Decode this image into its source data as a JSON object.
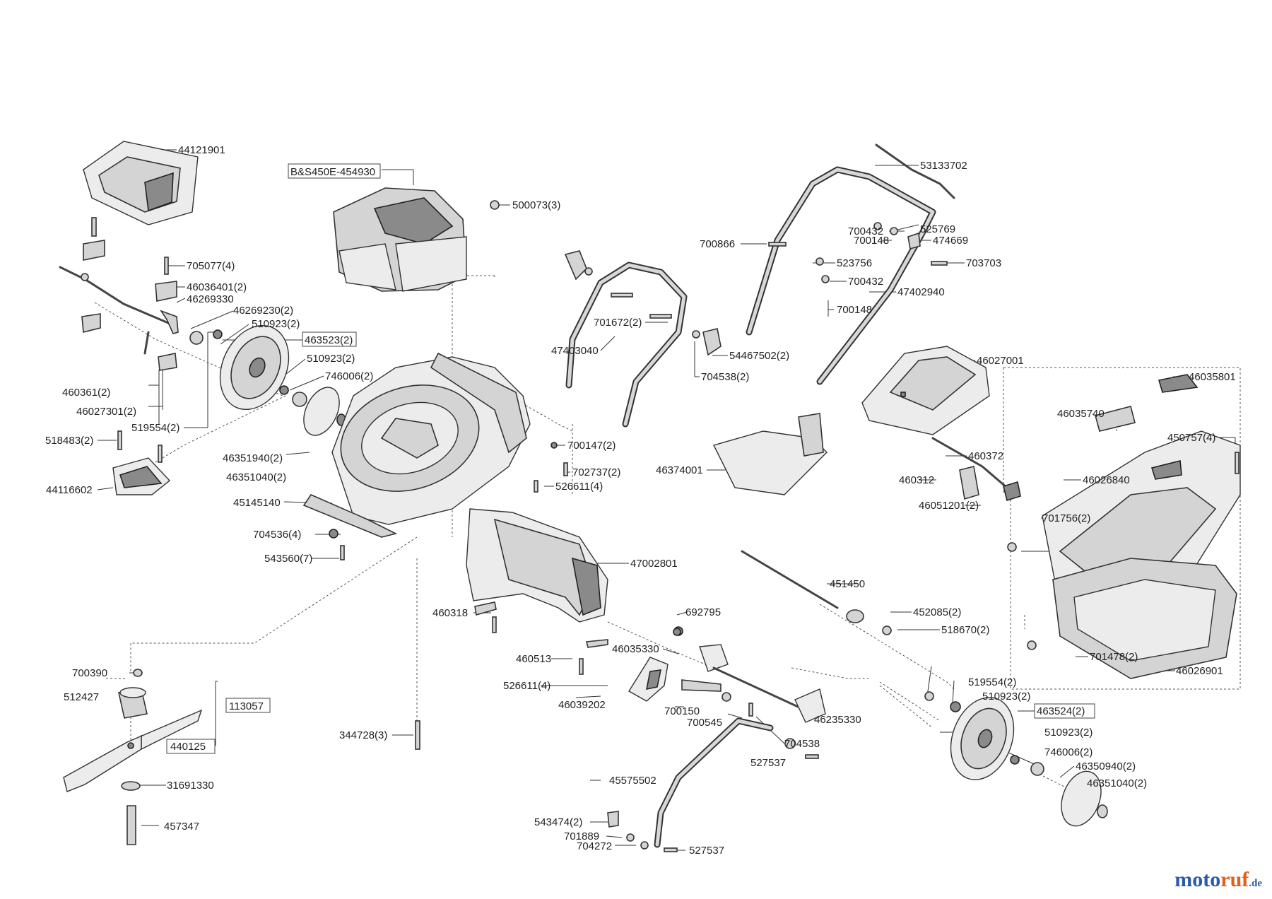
{
  "diagram": {
    "engine_ref": "B&S450E-454930",
    "boxed_labels": [
      "463523(2)",
      "463524(2)",
      "113057",
      "440125"
    ],
    "labels": {
      "l44121901": "44121901",
      "l500073": "500073(3)",
      "l705077": "705077(4)",
      "l46036401": "46036401(2)",
      "l46269330": "46269330",
      "l46269230": "46269230(2)",
      "l510923a": "510923(2)",
      "l463523": "463523(2)",
      "l510923b": "510923(2)",
      "l746006a": "746006(2)",
      "l460361": "460361(2)",
      "l46027301": "46027301(2)",
      "l519554a": "519554(2)",
      "l518483": "518483(2)",
      "l46351940": "46351940(2)",
      "l46351040a": "46351040(2)",
      "l44116602": "44116602",
      "l45145140": "45145140",
      "l704536": "704536(4)",
      "l543560": "543560(7)",
      "l53133702": "53133702",
      "l700432a": "700432",
      "l525769": "525769",
      "l700148a": "700148",
      "l474669": "474669",
      "l700866": "700866",
      "l523756": "523756",
      "l703703": "703703",
      "l700432b": "700432",
      "l47402940": "47402940",
      "l700148b": "700148",
      "l701672": "701672(2)",
      "l47403040": "47403040",
      "l54467502": "54467502(2)",
      "l704538a": "704538(2)",
      "l46027001": "46027001",
      "l46035801": "46035801",
      "l46035740": "46035740",
      "l450757": "450757(4)",
      "l700147": "700147(2)",
      "l702737": "702737(2)",
      "l46374001": "46374001",
      "l460372": "460372",
      "l526611a": "526611(4)",
      "l460312": "460312",
      "l46026840": "46026840",
      "l46051201": "46051201(2)",
      "l701756": "701756(2)",
      "l47002801": "47002801",
      "l451450": "451450",
      "l460318": "460318",
      "l692795": "692795",
      "l452085": "452085(2)",
      "l518670": "518670(2)",
      "l700390": "700390",
      "l460513": "460513",
      "l46035330": "46035330",
      "l701478": "701478(2)",
      "l46026901": "46026901",
      "l512427": "512427",
      "l113057": "113057",
      "l526611b": "526611(4)",
      "l46039202": "46039202",
      "l519554b": "519554(2)",
      "l510923c": "510923(2)",
      "l700150": "700150",
      "l700545": "700545",
      "l46235330": "46235330",
      "l463524": "463524(2)",
      "l440125": "440125",
      "l344728": "344728(3)",
      "l704538b": "704538",
      "l510923d": "510923(2)",
      "l527537a": "527537",
      "l746006b": "746006(2)",
      "l31691330": "31691330",
      "l46350940": "46350940(2)",
      "l45575502": "45575502",
      "l46351040b": "46351040(2)",
      "l457347": "457347",
      "l543474": "543474(2)",
      "l701889": "701889",
      "l704272": "704272",
      "l527537b": "527537"
    }
  },
  "watermark": {
    "part1": "moto",
    "part2": "ruf",
    "part3": ".de"
  }
}
